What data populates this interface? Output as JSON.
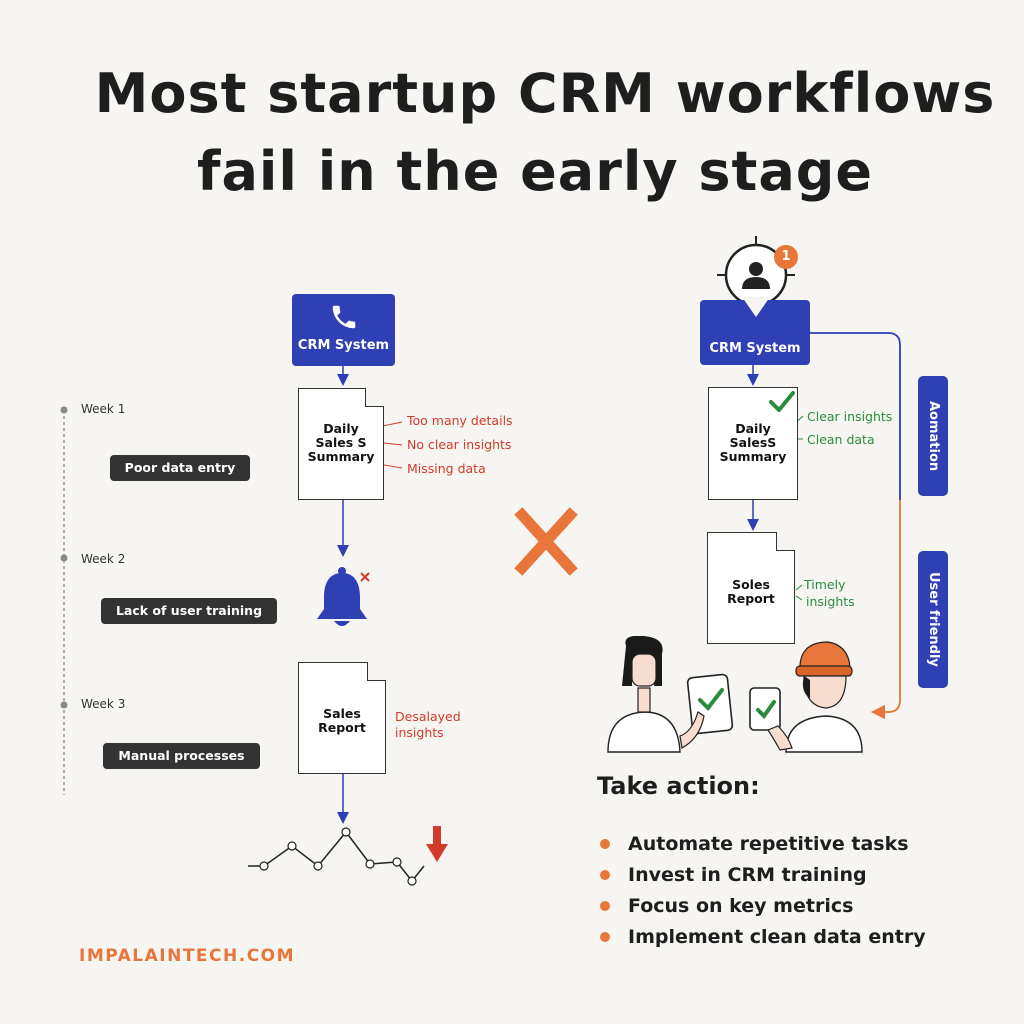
{
  "title": {
    "line1": "Most startup CRM workflows",
    "line2": "fail in the early stage"
  },
  "left": {
    "crm_label": "CRM System",
    "doc_lines": [
      "Daily",
      "Sales S",
      "Summary"
    ],
    "issues": [
      "Too many details",
      "No clear insights",
      "Missing data"
    ],
    "weeks": [
      "Week 1",
      "Week 2",
      "Week 3"
    ],
    "pills": [
      "Poor data entry",
      "Lack of user training",
      "Manual processes"
    ],
    "report_lines": [
      "Sales",
      "Report"
    ],
    "delayed": [
      "Desalayed",
      "insights"
    ]
  },
  "right": {
    "badge_count": "1",
    "crm_label": "CRM System",
    "doc_lines": [
      "Daily",
      "SalesS",
      "Summary"
    ],
    "benefits": [
      "Clear insights",
      "Clean data"
    ],
    "report_lines": [
      "Soles",
      "Report"
    ],
    "timely": [
      "Timely",
      "insights"
    ],
    "side_automation": "Aomation",
    "side_friendly": "User friendly"
  },
  "action": {
    "title": "Take action:",
    "items": [
      "Automate repetitive tasks",
      "Invest in CRM training",
      "Focus on key metrics",
      "Implement clean data entry"
    ]
  },
  "brand": "IMPALAINTECH.COM",
  "colors": {
    "blue": "#2f3fb4",
    "orange": "#e8763a",
    "red": "#d23a2b",
    "green": "#2b8a3e"
  }
}
